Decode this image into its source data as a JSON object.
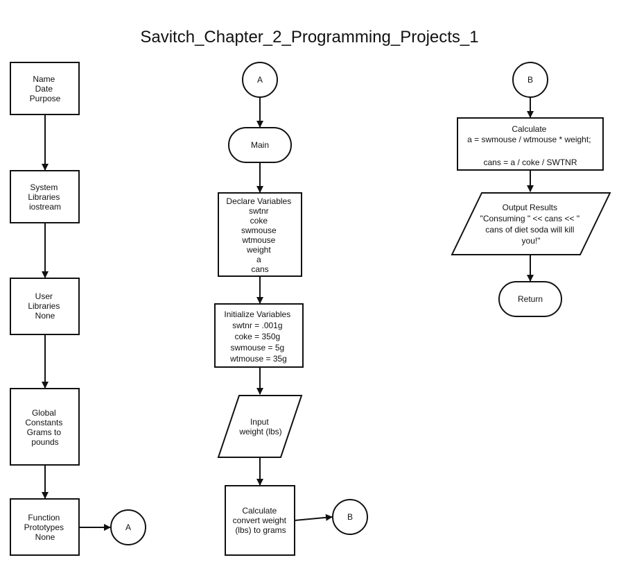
{
  "title": "Savitch_Chapter_2_Programming_Projects_1",
  "nodes": {
    "header": [
      "Name",
      "Date",
      "Purpose"
    ],
    "system_libraries": [
      "System",
      "Libraries",
      "iostream"
    ],
    "user_libraries": [
      "User",
      "Libraries",
      "None"
    ],
    "global_constants": [
      "Global",
      "Constants",
      "Grams to",
      "pounds"
    ],
    "function_prototypes": [
      "Function",
      "Prototypes",
      "None"
    ],
    "connector_a_out": "A",
    "connector_a_in": "A",
    "main": "Main",
    "declare_variables": [
      "Declare Variables",
      "swtnr",
      "coke",
      "swmouse",
      "wtmouse",
      "weight",
      "a",
      "cans"
    ],
    "initialize_variables": [
      "Initialize Variables",
      "swtnr = .001g",
      "coke = 350g",
      "swmouse = 5g",
      "wtmouse = 35g"
    ],
    "input": [
      "Input",
      "weight (lbs)"
    ],
    "convert": [
      "Calculate",
      "convert weight",
      "(lbs) to grams"
    ],
    "connector_b_out": "B",
    "connector_b_in": "B",
    "calculate": [
      "Calculate",
      "a = swmouse / wtmouse * weight;",
      "",
      "cans = a / coke / SWTNR"
    ],
    "output": [
      "Output Results",
      "\"Consuming \" << cans << \"",
      "cans of diet soda will kill",
      "you!\""
    ],
    "return": "Return"
  }
}
